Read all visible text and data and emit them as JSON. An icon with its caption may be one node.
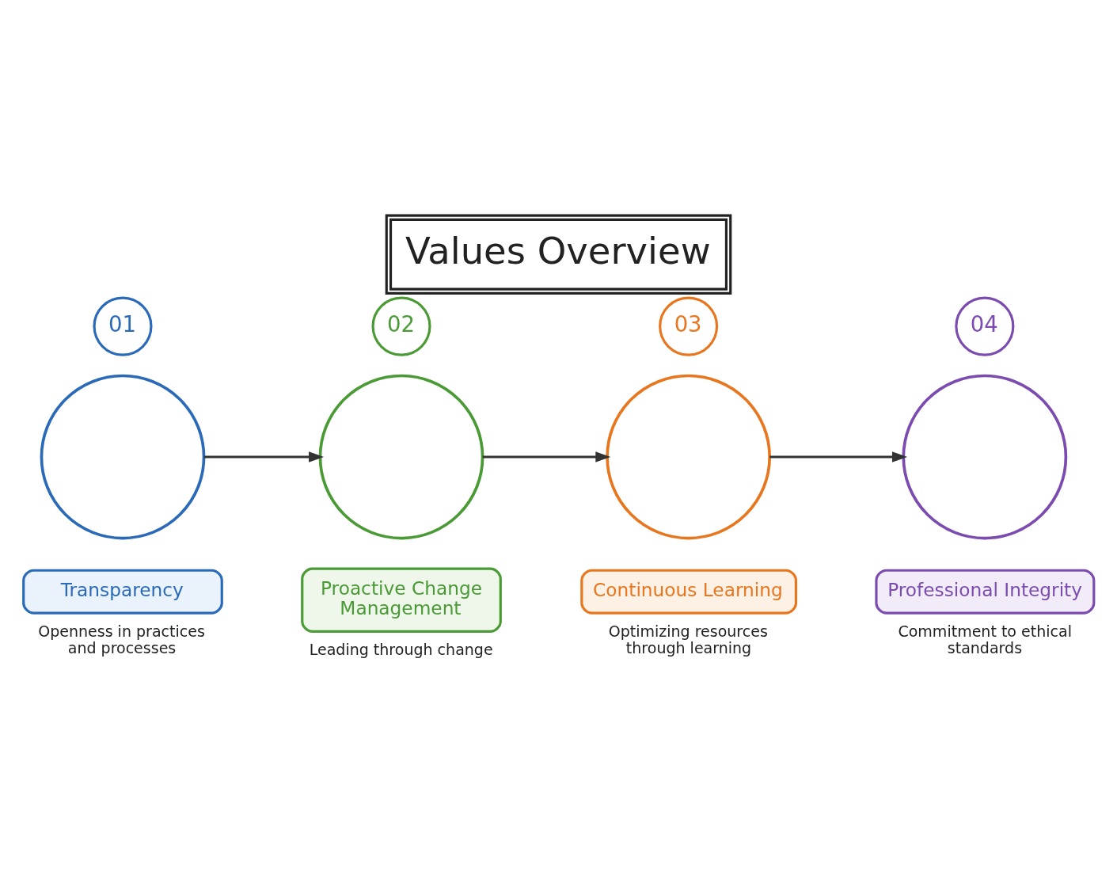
{
  "diagram": {
    "title": "Values Overview",
    "nodes": [
      {
        "text": [
          "01"
        ]
      },
      {
        "text": [],
        "shape": "circle"
      },
      {
        "text": [
          "Transparency"
        ],
        "beside": [
          "Openness in practices and processes"
        ]
      },
      {
        "text": [
          "02"
        ]
      },
      {
        "text": [],
        "shape": "circle"
      },
      {
        "text": [
          "Proactive Change Management"
        ],
        "beside": [
          "Leading through change"
        ]
      },
      {
        "text": [
          "03"
        ]
      },
      {
        "text": [],
        "shape": "circle"
      },
      {
        "text": [
          "Continuous Learning"
        ],
        "beside": [
          "Optimizing resources through learning"
        ]
      },
      {
        "text": [
          "04"
        ]
      },
      {
        "text": [],
        "shape": "circle"
      },
      {
        "text": [
          "Professional Integrity"
        ],
        "beside": [
          "Commitment to ethical standards"
        ]
      }
    ],
    "edges": [
      {
        "from": 1,
        "to": 4,
        "arrow": "to"
      },
      {
        "from": 4,
        "to": 7,
        "arrow": "to"
      },
      {
        "from": 7,
        "to": 10,
        "arrow": "to"
      }
    ]
  }
}
